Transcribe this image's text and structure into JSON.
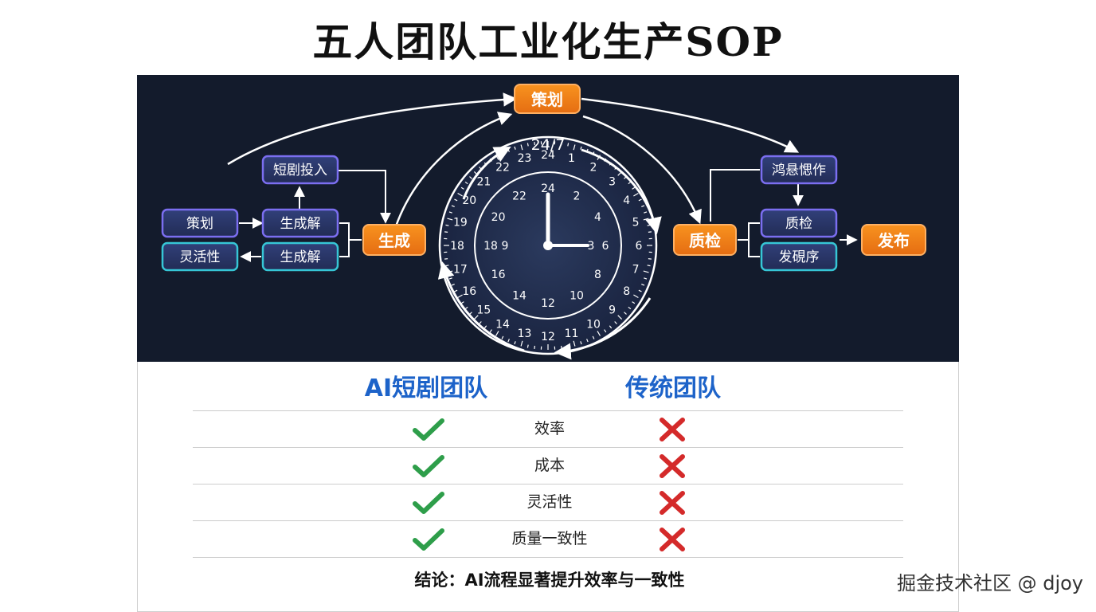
{
  "title": "五人团队工业化生产SOP",
  "diagram": {
    "left_nodes": {
      "drama_input": "短剧投入",
      "planning_left": "策划",
      "generate_solve_1": "生成解",
      "flexibility": "灵活性",
      "generate_solve_2": "生成解"
    },
    "orange_nodes": {
      "planning": "策划",
      "generate": "生成",
      "quality": "质检",
      "publish": "发布"
    },
    "right_nodes": {
      "operate": "鸿悬愢作",
      "qc": "质检",
      "release_seq": "发硯序"
    },
    "clock": {
      "label": "24/7",
      "outer_ticks": [
        "24",
        "1",
        "2",
        "3",
        "4",
        "5",
        "6",
        "7",
        "8",
        "9",
        "10",
        "11",
        "12",
        "13",
        "14",
        "15",
        "16",
        "17",
        "18",
        "19",
        "20",
        "21",
        "22",
        "23"
      ],
      "inner_ticks": [
        "24",
        "2",
        "4",
        "6",
        "8",
        "10",
        "12",
        "14",
        "16",
        "18",
        "20",
        "22"
      ],
      "inner_ticks_alt": [
        "3",
        "9"
      ]
    }
  },
  "comparison": {
    "ai_team": "AI短剧团队",
    "traditional_team": "传统团队",
    "rows": [
      {
        "label": "效率",
        "ai": true,
        "traditional": false
      },
      {
        "label": "成本",
        "ai": true,
        "traditional": false
      },
      {
        "label": "灵活性",
        "ai": true,
        "traditional": false
      },
      {
        "label": "质量一致性",
        "ai": true,
        "traditional": false
      }
    ],
    "conclusion": "结论：AI流程显著提升效率与一致性"
  },
  "watermark": "掘金技术社区 @ djoy",
  "colors": {
    "dark_bg": "#131b2c",
    "orange": "#f07d1a",
    "blue_box": "#2a3561",
    "box_border_purple": "#7b6ef0",
    "box_border_cyan": "#36c6d6",
    "check": "#2e9e4a",
    "cross": "#d42a2a",
    "team_blue": "#1d63c9"
  }
}
